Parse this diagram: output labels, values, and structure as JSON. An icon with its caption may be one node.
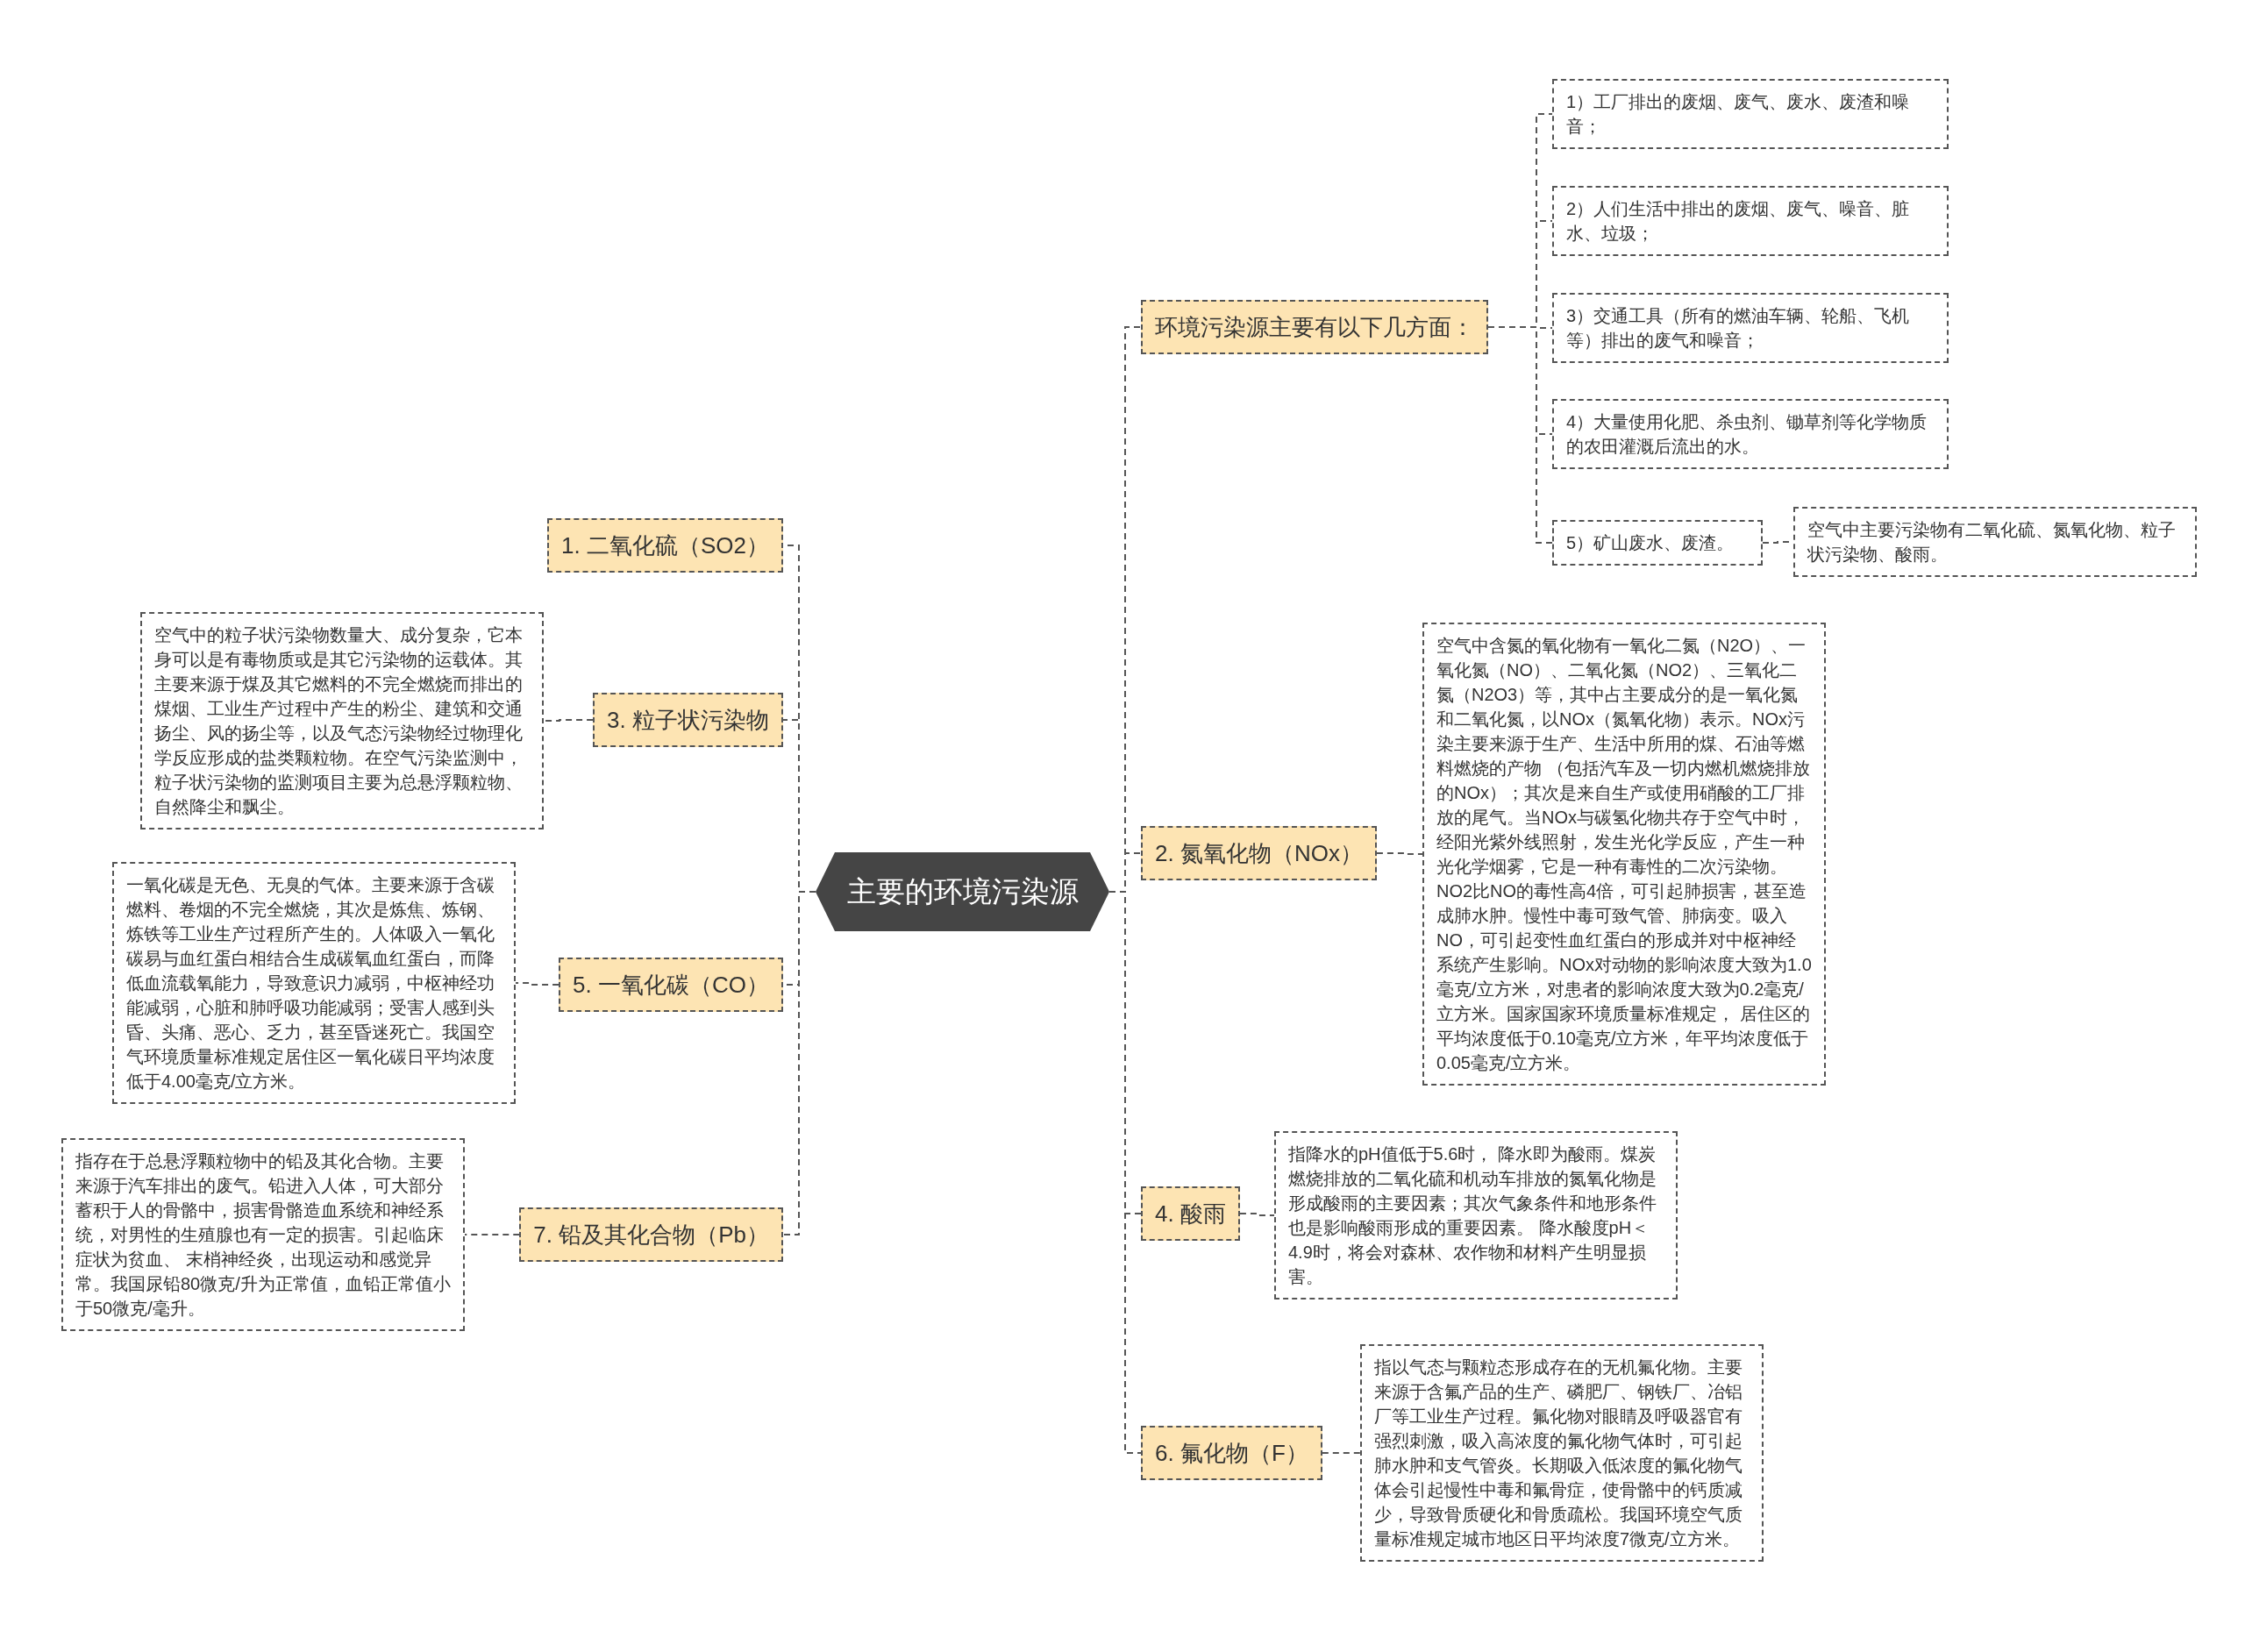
{
  "diagram": {
    "nodes": [
      {
        "text": [
          "主要的环境污染源"
        ]
      },
      {
        "text": [
          "环境污染源主要有以下几方面："
        ]
      },
      {
        "text": [
          "1）工厂排出的废烟、废气、废水、废渣和噪音；"
        ]
      },
      {
        "text": [
          "2）人们生活中排出的废烟、废气、噪音、脏水、垃圾；"
        ]
      },
      {
        "text": [
          "3）交通工具（所有的燃油车辆、轮船、飞机等）排出的废气和噪音；"
        ]
      },
      {
        "text": [
          "4）大量使用化肥、杀虫剂、锄草剂等化学物质的农田灌溉后流出的水。"
        ]
      },
      {
        "text": [
          "5）矿山废水、废渣。"
        ]
      },
      {
        "text": [
          "空气中主要污染物有二氧化硫、氮氧化物、粒子状污染物、酸雨。"
        ]
      },
      {
        "text": [
          "2. 氮氧化物（NOx）"
        ]
      },
      {
        "text": [
          "空气中含氮的氧化物有一氧化二氮（N2O）、一氧化氮（NO）、二氧化氮（NO2）、三氧化二氮（N2O3）等，其中占主要成分的是一氧化氮和二氧化氮，以NOx（氮氧化物）表示。NOx污染主要来源于生产、生活中所用的煤、石油等燃料燃烧的产物 （包括汽车及一切内燃机燃烧排放的NOx）；其次是来自生产或使用硝酸的工厂排放的尾气。当NOx与碳氢化物共存于空气中时，经阳光紫外线照射，发生光化学反应，产生一种光化学烟雾，它是一种有毒性的二次污染物。NO2比NO的毒性高4倍，可引起肺损害，甚至造成肺水肿。慢性中毒可致气管、肺病变。吸入NO，可引起变性血红蛋白的形成并对中枢神经系统产生影响。NOx对动物的影响浓度大致为1.0毫克/立方米，对患者的影响浓度大致为0.2毫克/立方米。国家国家环境质量标准规定， 居住区的平均浓度低于0.10毫克/立方米，年平均浓度低于0.05毫克/立方米。"
        ]
      },
      {
        "text": [
          "4. 酸雨"
        ]
      },
      {
        "text": [
          "指降水的pH值低于5.6时， 降水即为酸雨。煤炭燃烧排放的二氧化硫和机动车排放的氮氧化物是形成酸雨的主要因素；其次气象条件和地形条件也是影响酸雨形成的重要因素。 降水酸度pH＜4.9时，将会对森林、农作物和材料产生明显损害。"
        ]
      },
      {
        "text": [
          "6. 氟化物（F）"
        ]
      },
      {
        "text": [
          "指以气态与颗粒态形成存在的无机氟化物。主要来源于含氟产品的生产、磷肥厂、钢铁厂、冶铝厂等工业生产过程。氟化物对眼睛及呼吸器官有强烈刺激，吸入高浓度的氟化物气体时，可引起肺水肿和支气管炎。长期吸入低浓度的氟化物气体会引起慢性中毒和氟骨症，使骨骼中的钙质减少，导致骨质硬化和骨质疏松。我国环境空气质量标准规定城市地区日平均浓度7微克/立方米。"
        ]
      },
      {
        "text": [
          "1. 二氧化硫（SO2）"
        ]
      },
      {
        "text": [
          "3. 粒子状污染物"
        ]
      },
      {
        "text": [
          "空气中的粒子状污染物数量大、成分复杂，它本身可以是有毒物质或是其它污染物的运载体。其主要来源于煤及其它燃料的不完全燃烧而排出的煤烟、工业生产过程中产生的粉尘、建筑和交通扬尘、风的扬尘等，以及气态污染物经过物理化学反应形成的盐类颗粒物。在空气污染监测中，粒子状污染物的监测项目主要为总悬浮颗粒物、自然降尘和飘尘。"
        ]
      },
      {
        "text": [
          "5. 一氧化碳（CO）"
        ]
      },
      {
        "text": [
          "一氧化碳是无色、无臭的气体。主要来源于含碳燃料、卷烟的不完全燃烧，其次是炼焦、炼钢、炼铁等工业生产过程所产生的。人体吸入一氧化碳易与血红蛋白相结合生成碳氧血红蛋白，而降低血流载氧能力，导致意识力减弱，中枢神经功能减弱，心脏和肺呼吸功能减弱；受害人感到头昏、头痛、恶心、乏力，甚至昏迷死亡。我国空气环境质量标准规定居住区一氧化碳日平均浓度低于4.00毫克/立方米。"
        ]
      },
      {
        "text": [
          "7. 铅及其化合物（Pb）"
        ]
      },
      {
        "text": [
          "指存在于总悬浮颗粒物中的铅及其化合物。主要来源于汽车排出的废气。铅进入人体，可大部分蓄积于人的骨骼中，损害骨骼造血系统和神经系统，对男性的生殖腺也有一定的损害。引起临床症状为贫血、 末梢神经炎，出现运动和感觉异常。我国尿铅80微克/升为正常值，血铅正常值小于50微克/毫升。"
        ]
      }
    ],
    "edges": [
      {
        "from": 0,
        "to": 1,
        "arrow": "none"
      },
      {
        "from": 1,
        "to": 2,
        "arrow": "none"
      },
      {
        "from": 1,
        "to": 3,
        "arrow": "none"
      },
      {
        "from": 1,
        "to": 4,
        "arrow": "none"
      },
      {
        "from": 1,
        "to": 5,
        "arrow": "none"
      },
      {
        "from": 1,
        "to": 6,
        "arrow": "none"
      },
      {
        "from": 6,
        "to": 7,
        "arrow": "none"
      },
      {
        "from": 0,
        "to": 8,
        "arrow": "none"
      },
      {
        "from": 8,
        "to": 9,
        "arrow": "none"
      },
      {
        "from": 0,
        "to": 10,
        "arrow": "none"
      },
      {
        "from": 10,
        "to": 11,
        "arrow": "none"
      },
      {
        "from": 0,
        "to": 12,
        "arrow": "none"
      },
      {
        "from": 12,
        "to": 13,
        "arrow": "none"
      },
      {
        "from": 0,
        "to": 14,
        "arrow": "none"
      },
      {
        "from": 0,
        "to": 15,
        "arrow": "none"
      },
      {
        "from": 15,
        "to": 16,
        "arrow": "none"
      },
      {
        "from": 0,
        "to": 17,
        "arrow": "none"
      },
      {
        "from": 17,
        "to": 18,
        "arrow": "none"
      },
      {
        "from": 0,
        "to": 19,
        "arrow": "none"
      },
      {
        "from": 19,
        "to": 20,
        "arrow": "none"
      }
    ]
  }
}
